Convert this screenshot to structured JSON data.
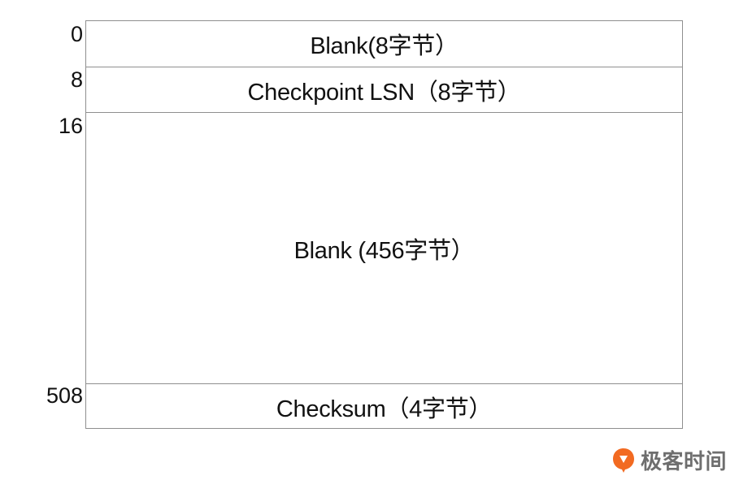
{
  "offsets": [
    "0",
    "8",
    "16",
    "508"
  ],
  "fields": [
    {
      "label": "Blank(8字节）"
    },
    {
      "label": "Checkpoint LSN（8字节）"
    },
    {
      "label": "Blank (456字节）"
    },
    {
      "label": "Checksum（4字节）"
    }
  ],
  "watermark": {
    "text": "极客时间",
    "icon": "geektime-logo-icon",
    "accent_color": "#f26a21"
  }
}
